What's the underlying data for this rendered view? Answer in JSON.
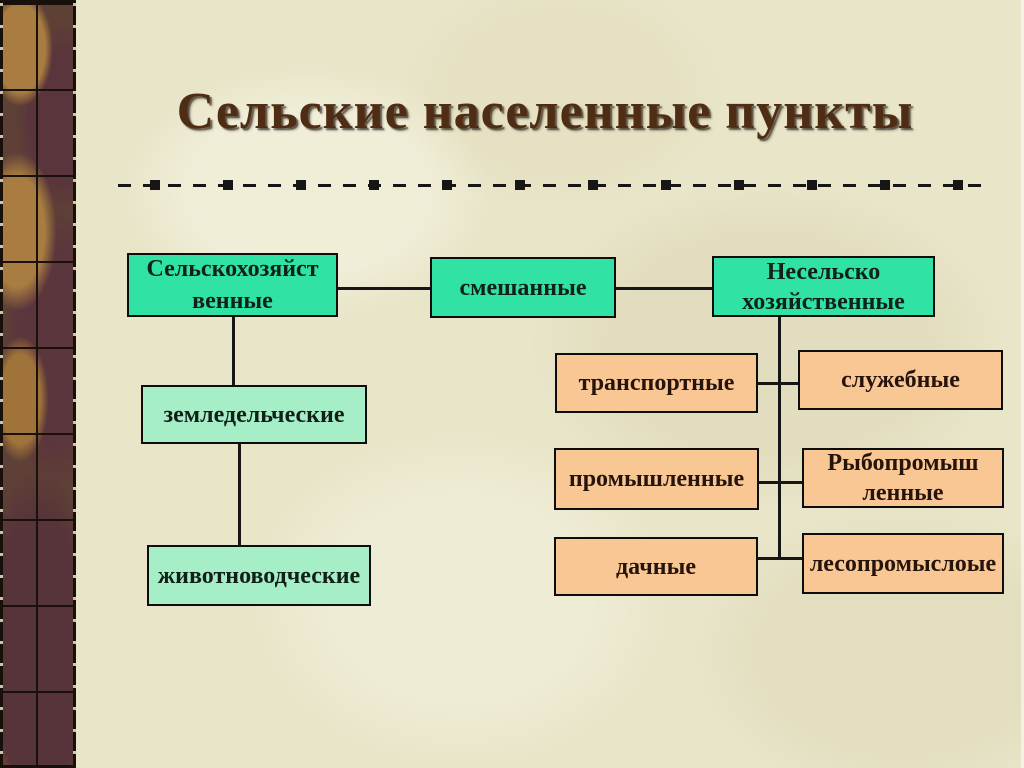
{
  "slide": {
    "title": "Сельские населенные пункты",
    "colors": {
      "background": "#e9e5c9",
      "title_text": "#4f2d15",
      "top_row_box": "#30e2a4",
      "left_branch_box": "#a6eec8",
      "right_branch_box": "#f9c794",
      "box_border": "#0d0d0d",
      "connector_line": "#161616",
      "border_strip_tan": "#a97d41",
      "border_strip_maroon": "#5c363d"
    }
  },
  "diagram": {
    "top_row": [
      {
        "id": "agricultural",
        "label": "Сельскохозяйст венные"
      },
      {
        "id": "mixed",
        "label": "смешанные"
      },
      {
        "id": "non_agricultural",
        "label": "Несельско хозяйственные"
      }
    ],
    "left_branch": [
      {
        "id": "farming",
        "label": "земледельческие"
      },
      {
        "id": "livestock",
        "label": "животноводческие"
      }
    ],
    "right_branch_left_column": [
      {
        "id": "transport",
        "label": "транспортные"
      },
      {
        "id": "industrial",
        "label": "промышленные"
      },
      {
        "id": "dacha",
        "label": "дачные"
      }
    ],
    "right_branch_right_column": [
      {
        "id": "service",
        "label": "служебные"
      },
      {
        "id": "fishing",
        "label": "Рыбопромыш ленные"
      },
      {
        "id": "forestry",
        "label": "лесопромыслоые"
      }
    ]
  }
}
